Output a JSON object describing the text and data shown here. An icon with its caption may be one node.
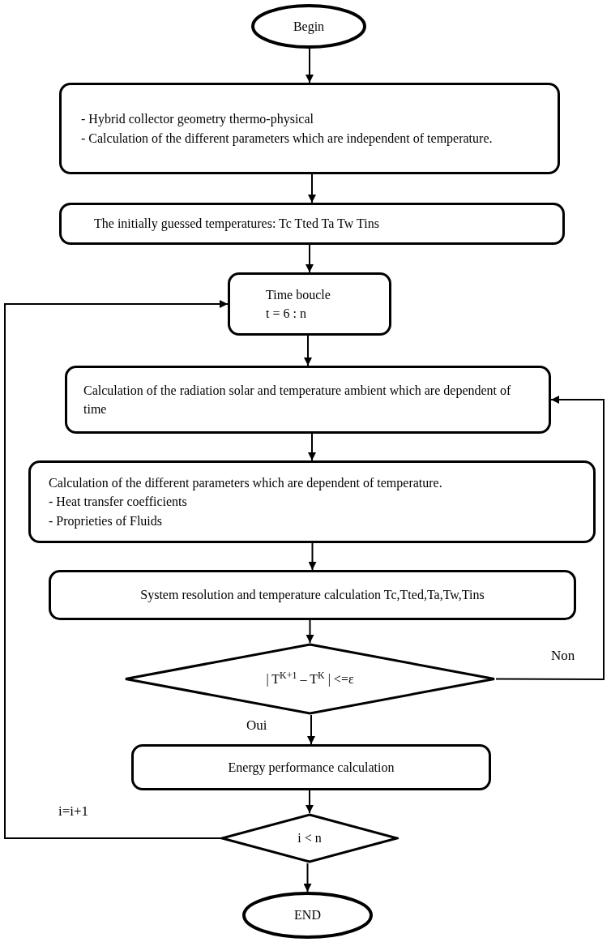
{
  "diagram": {
    "nodes": [
      {
        "text": [
          "Begin"
        ]
      },
      {
        "text": [
          "- Hybrid collector geometry thermo-physical",
          "- Calculation of the different parameters which are independent of temperature."
        ]
      },
      {
        "text": [
          "The initially guessed temperatures: Tc Tted Ta Tw Tins"
        ]
      },
      {
        "text": [
          "Time boucle",
          "t = 6 : n"
        ]
      },
      {
        "text": [
          "Calculation of the radiation solar and temperature ambient which are dependent of time"
        ]
      },
      {
        "text": [
          "Calculation of the different parameters which are dependent of temperature.",
          "- Heat transfer coefficients",
          "- Proprieties of Fluids"
        ]
      },
      {
        "text": [
          "System resolution and temperature calculation Tc,Tted,Ta,Tw,Tins"
        ]
      },
      {
        "text": [
          "| T$^{K+1}$ – T$^{K}$ | <=ε"
        ]
      },
      {
        "text": [
          "Energy performance calculation"
        ]
      },
      {
        "text": [
          "i < n"
        ]
      },
      {
        "text": [
          "END"
        ]
      }
    ],
    "edges": [
      {
        "from": 0,
        "to": 1,
        "arrow": "to"
      },
      {
        "from": 1,
        "to": 2,
        "arrow": "to"
      },
      {
        "from": 2,
        "to": 3,
        "arrow": "to"
      },
      {
        "from": 3,
        "to": 4,
        "arrow": "to"
      },
      {
        "from": 4,
        "to": 5,
        "arrow": "to"
      },
      {
        "from": 5,
        "to": 6,
        "arrow": "to"
      },
      {
        "from": 6,
        "to": 7,
        "arrow": "to"
      },
      {
        "from": 7,
        "to": 4,
        "arrow": "to",
        "label": "Non"
      },
      {
        "from": 7,
        "to": 8,
        "arrow": "to",
        "label": "Oui"
      },
      {
        "from": 8,
        "to": 9,
        "arrow": "to"
      },
      {
        "from": 9,
        "to": 3,
        "arrow": "to",
        "label": "i=i+1"
      },
      {
        "from": 9,
        "to": 10,
        "arrow": "to"
      }
    ]
  }
}
